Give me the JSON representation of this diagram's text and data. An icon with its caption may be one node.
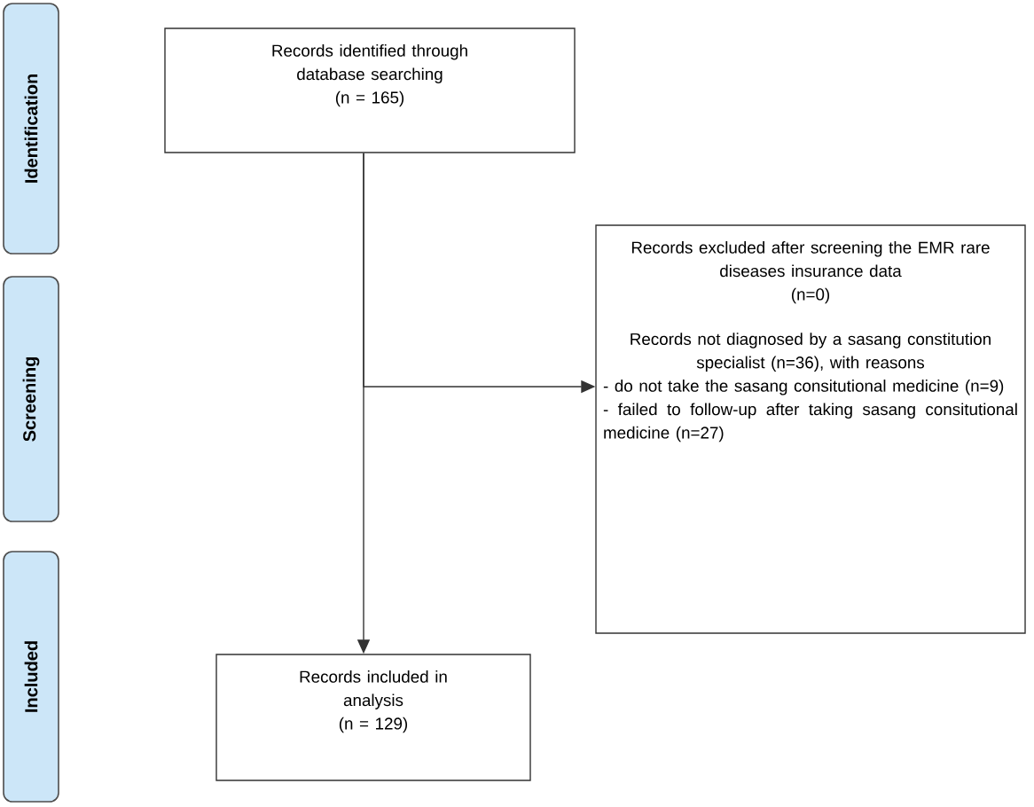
{
  "diagram": {
    "nodes": [
      {
        "text": [
          "Identification"
        ]
      },
      {
        "text": [
          "Screening"
        ]
      },
      {
        "text": [
          "Included"
        ]
      },
      {
        "text": [
          "Records identified through database searching",
          "(n = 165)"
        ]
      },
      {
        "text": [
          "Records excluded after screening the EMR rare diseases insurance data",
          "(n=0)",
          "Records not diagnosed by a sasang constitution specialist (n=36), with reasons",
          "- do not take the sasang consitutional medicine  (n=9)",
          "- failed to follow-up after taking sasang consitutional medicine (n=27)"
        ]
      },
      {
        "text": [
          "Records included in analysis",
          "(n = 129)"
        ]
      }
    ],
    "edges": [
      {
        "from": 3,
        "to": 5,
        "arrow": "to"
      },
      {
        "from": 3,
        "to": 4,
        "arrow": "to"
      }
    ]
  }
}
